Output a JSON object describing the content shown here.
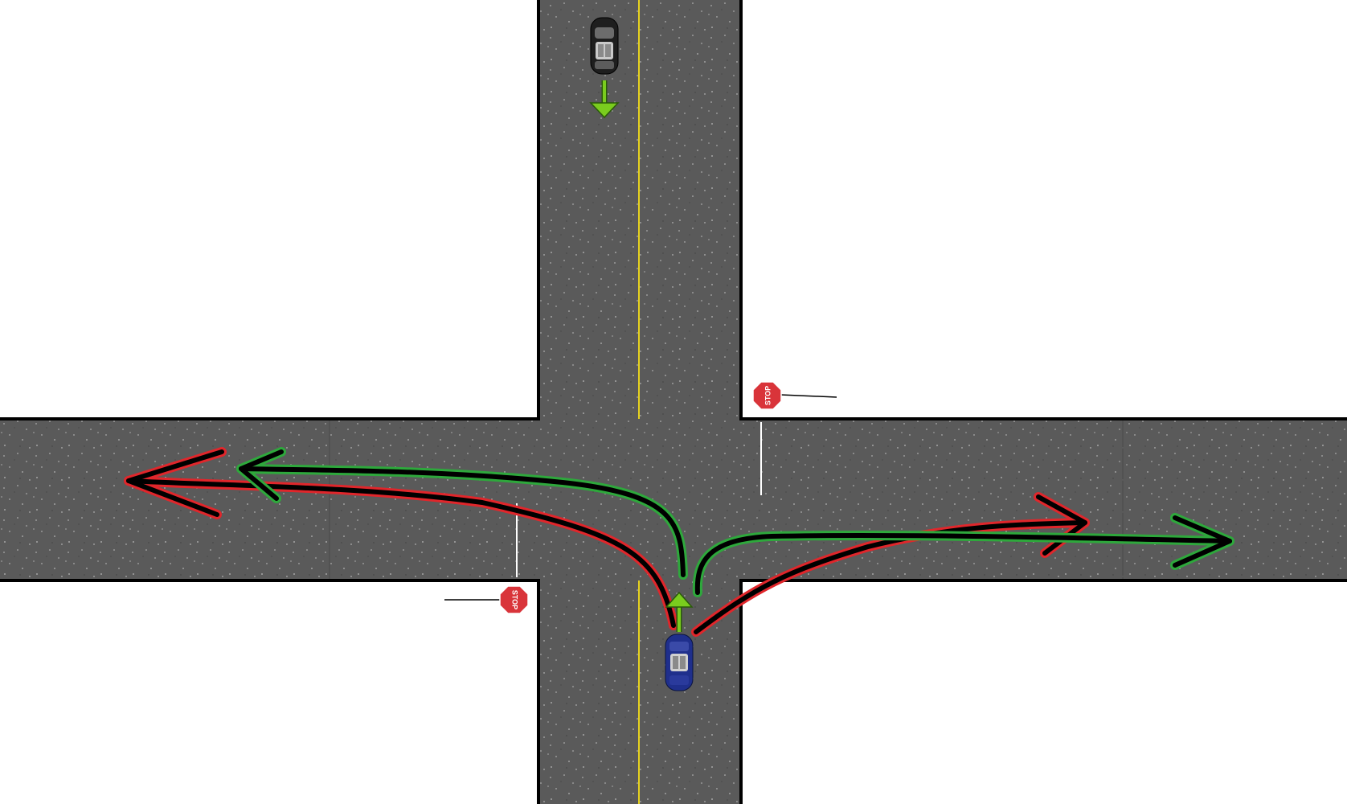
{
  "diagram": {
    "background_color": "#ffffff",
    "road_color": "#5a5a5a",
    "road_edge_color": "#000000",
    "center_line_color": "#e6d21e",
    "stop_line_color": "#ffffff",
    "stop_sign_color": "#d9343a",
    "stop_sign_label": "STOP",
    "vehicles": [
      {
        "name": "black-car",
        "color": "#1e1e1e",
        "heading": "south",
        "arrow_color": "#7acc1e"
      },
      {
        "name": "blue-car",
        "color": "#1f2f8c",
        "heading": "north",
        "arrow_color": "#7acc1e"
      }
    ],
    "paths": [
      {
        "name": "left-turn-red",
        "outline_color": "#e0262b",
        "core_color": "#000000"
      },
      {
        "name": "left-turn-green",
        "outline_color": "#2ea83c",
        "core_color": "#000000"
      },
      {
        "name": "right-turn-red",
        "outline_color": "#e0262b",
        "core_color": "#000000"
      },
      {
        "name": "right-turn-green",
        "outline_color": "#2ea83c",
        "core_color": "#000000"
      }
    ]
  }
}
